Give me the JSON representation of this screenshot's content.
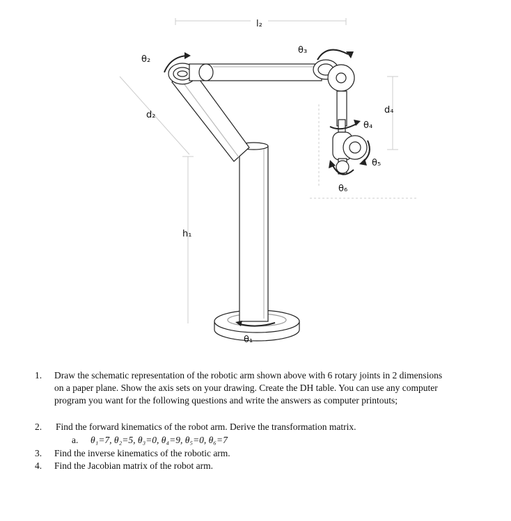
{
  "figure": {
    "labels": {
      "l2": "l₂",
      "theta2": "θ₂",
      "theta3": "θ₃",
      "d2": "d₂",
      "d4": "d₄",
      "theta4": "θ₄",
      "theta5": "θ₅",
      "theta6": "θ₆",
      "h1": "h₁",
      "theta1": "θ₁"
    }
  },
  "questions": {
    "q1": {
      "number": "1.",
      "line1": "Draw the schematic representation of the robotic arm shown above with 6 rotary joints in 2 dimensions",
      "line2": "on a paper plane. Show the axis sets on your drawing. Create the DH table. You can use any computer",
      "line3": "program you want for the following questions and write the answers as computer printouts;"
    },
    "q2": {
      "number": "2.",
      "text": "Find the forward kinematics of the robot arm. Derive the transformation matrix."
    },
    "q2a": {
      "number": "a.",
      "text": "θ₁=7,  θ₂=5, θ₃=0,  θ₄=9,  θ₅=0, θ₆=7"
    },
    "q3": {
      "number": "3.",
      "text": "Find the inverse kinematics of the robotic arm."
    },
    "q4": {
      "number": "4.",
      "text": "Find the Jacobian matrix of the robot arm."
    }
  }
}
